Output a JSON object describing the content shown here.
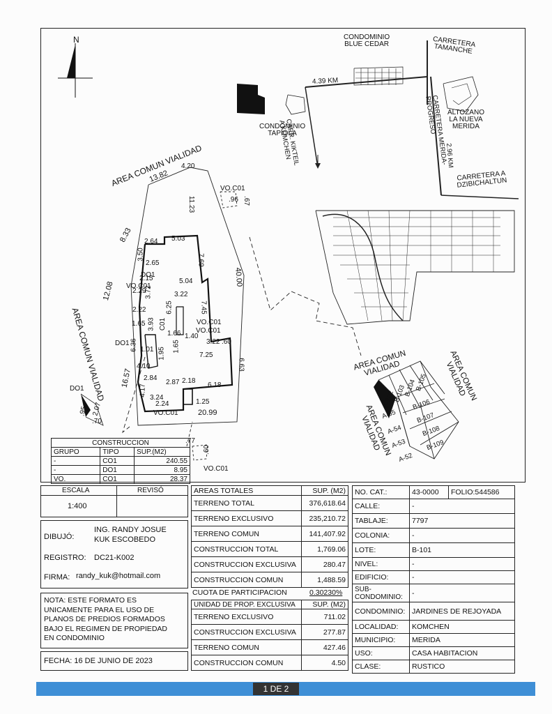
{
  "map": {
    "north": "N",
    "location": {
      "blue_cedar": [
        "CONDOMINIO",
        "BLUE CEDAR"
      ],
      "tamanche": [
        "CARRETERA",
        "TAMANCHE"
      ],
      "km_439": "4.39 KM",
      "tapiola": [
        "CONDOMINIO",
        "TAPIOLA"
      ],
      "kikteil": [
        "CARR. KIKTEIL",
        "A KOMCHEN"
      ],
      "merida_progreso": [
        "CARRETERA MERIDA-",
        "PROGRESO"
      ],
      "altozano": [
        "ALTOZANO",
        "LA NUEVA",
        "MERIDA"
      ],
      "km_296": "2.96 KM",
      "dzibichaltun": [
        "CARRETERA A",
        "DZIBICHALTUN"
      ]
    },
    "plan": {
      "area_comun_top": "AREA COMUN VIALIDAD",
      "area_comun_left": "AREA COMUN VIALIDAD",
      "dims": [
        "13.82",
        "4.20",
        "11.23",
        "8.33",
        "40.00",
        "12.08",
        "16.57",
        "20.99",
        "2.64",
        "5.03",
        "3.50",
        "2.65",
        "7.69",
        "2.15",
        "3.72",
        "5.04",
        "2.29",
        "2.22",
        "3.93",
        "6.25",
        "3.22",
        "7.45",
        "1.65",
        "1.66",
        "1.40",
        "1.65",
        "3.22",
        ".60",
        "7.25",
        "6.63",
        "1.01",
        "1.95",
        "4.10",
        "2.84",
        "2.87",
        "2.18",
        "6.18",
        "4.17",
        "3.24",
        "2.24",
        "1.25",
        "6.36",
        "2.07",
        ".70",
        ".95",
        ".77",
        ".60",
        ".96",
        ".67"
      ],
      "codes": [
        "VO.C01",
        "DO1",
        "C01",
        "VO.C01",
        "DO1",
        "VO.C01",
        "DO1",
        "VO.C01",
        "VO.C01",
        "VO.C01"
      ]
    },
    "lotes": {
      "area_comun_a": [
        "AREA COMUN",
        "VIALIDAD"
      ],
      "area_comun_b": [
        "AREA COMUN",
        "VIALIDAD"
      ],
      "area_comun_c": [
        "AREA COMUN",
        "VIALIDAD"
      ],
      "cells": [
        "B-102",
        "B-103",
        "B-104",
        "B-105",
        "A-55",
        "B-106",
        "A-54",
        "B-107",
        "A-53",
        "B-108",
        "A-52",
        "B-109"
      ]
    }
  },
  "construccion": {
    "title": "CONSTRUCCION",
    "headers": [
      "GRUPO",
      "TIPO",
      "SUP.(M2)"
    ],
    "rows": [
      [
        "-",
        "CO1",
        "240.55"
      ],
      [
        "-",
        "DO1",
        "8.95"
      ],
      [
        "VO.",
        "CO1",
        "28.37"
      ]
    ]
  },
  "escala": {
    "label": "ESCALA",
    "value": "1:400",
    "reviso": "REVISÓ"
  },
  "dibujo": {
    "label": "DIBUJÓ:",
    "name1": "ING. RANDY JOSUE",
    "name2": "KUK ESCOBEDO"
  },
  "registro": {
    "label": "REGISTRO:",
    "value": "DC21-K002"
  },
  "firma": {
    "label": "FIRMA:",
    "value": "randy_kuk@hotmail.com"
  },
  "nota": [
    "NOTA: ESTE FORMATO ES",
    "UNICAMENTE PARA EL USO DE",
    "PLANOS DE PREDIOS FORMADOS",
    "BAJO EL REGIMEN DE PROPIEDAD",
    "EN CONDOMINIO"
  ],
  "fecha": "FECHA: 16 DE JUNIO DE 2023",
  "areas": {
    "header": [
      "AREAS TOTALES",
      "SUP. (M2)"
    ],
    "rows": [
      [
        "TERRENO TOTAL",
        "376,618.64"
      ],
      [
        "TERRENO EXCLUSIVO",
        "235,210.72"
      ],
      [
        "TERRENO COMUN",
        "141,407.92"
      ],
      [
        "CONSTRUCCION TOTAL",
        "1,769.06"
      ],
      [
        "CONSTRUCCION EXCLUSIVA",
        "280.47"
      ],
      [
        "CONSTRUCCION COMUN",
        "1,488.59"
      ]
    ],
    "cuota_label": "CUOTA DE PARTICIPACION",
    "cuota_value": "0.30230%",
    "unidad_header": [
      "UNIDAD DE PROP. EXCLUSIVA",
      "SUP. (M2)"
    ],
    "unidad_rows": [
      [
        "TERRENO EXCLUSIVO",
        "711.02"
      ],
      [
        "CONSTRUCCION EXCLUSIVA",
        "277.87"
      ],
      [
        "TERRENO COMUN",
        "427.46"
      ],
      [
        "CONSTRUCCION COMUN",
        "4.50"
      ]
    ]
  },
  "info": {
    "nocat_label": "NO. CAT.:",
    "nocat_value": "43-0000",
    "folio": "FOLIO:544586",
    "rows": [
      [
        "CALLE:",
        "-"
      ],
      [
        "TABLAJE:",
        "7797"
      ],
      [
        "COLONIA:",
        "-"
      ],
      [
        "LOTE:",
        "B-101"
      ],
      [
        "NIVEL:",
        "-"
      ],
      [
        "EDIFICIO:",
        "-"
      ],
      [
        "SUB-CONDOMINIO:",
        "-"
      ],
      [
        "CONDOMINIO:",
        "JARDINES DE REJOYADA"
      ],
      [
        "LOCALIDAD:",
        "KOMCHEN"
      ],
      [
        "MUNICIPIO:",
        "MERIDA"
      ],
      [
        "USO:",
        "CASA HABITACION"
      ],
      [
        "CLASE:",
        "RUSTICO"
      ]
    ]
  },
  "page": "1 DE 2"
}
